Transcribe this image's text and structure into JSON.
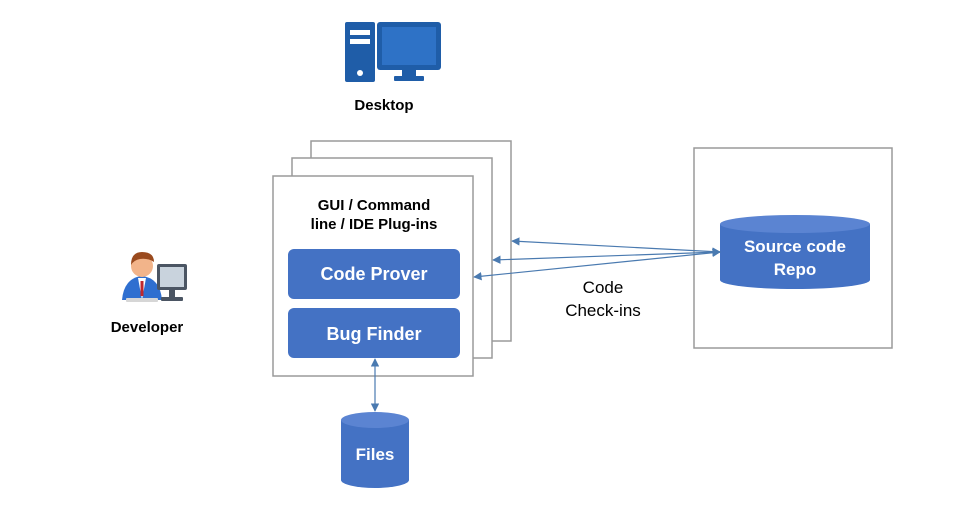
{
  "desktop": {
    "label": "Desktop",
    "icon": "desktop-computer-icon"
  },
  "developer": {
    "label": "Developer",
    "icon": "developer-at-computer-icon"
  },
  "tool_stack": {
    "title_line1": "GUI / Command",
    "title_line2": "line / IDE Plug-ins",
    "code_prover": "Code Prover",
    "bug_finder": "Bug Finder"
  },
  "repo": {
    "line1": "Source code",
    "line2": "Repo"
  },
  "files": {
    "label": "Files"
  },
  "checkins": {
    "line1": "Code",
    "line2": "Check-ins"
  },
  "colors": {
    "accent": "#4472C4",
    "cylinder_top": "#5B84D2",
    "border": "#9A9A9A",
    "arrow": "#4A7AB0",
    "text": "#000000",
    "desktop_icon": "#1F5DA8"
  }
}
